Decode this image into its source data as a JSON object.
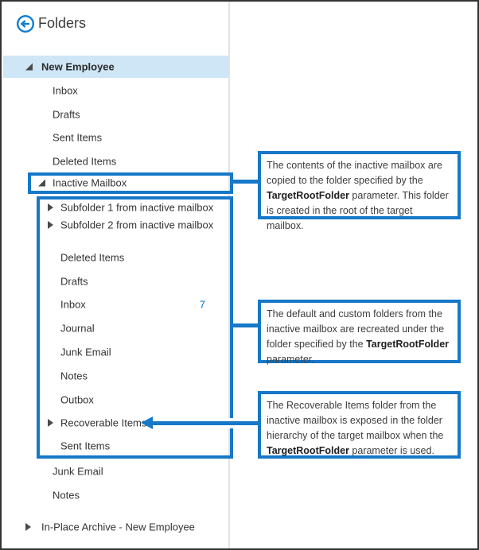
{
  "header": {
    "title": "Folders",
    "back_icon": "back-arrow-icon"
  },
  "colors": {
    "annotation_blue": "#1678c8",
    "back_icon_blue": "#0f7cd4",
    "selection_bg": "#cfe6f7",
    "unread_count_blue": "#0072c6",
    "divider_gray": "#e4e2e2",
    "folder_text": "#333333",
    "outer_border": "#333333"
  },
  "tree": {
    "items": [
      {
        "id": "new-employee",
        "label": "New Employee",
        "level": 0,
        "state": "expanded",
        "selected": true,
        "bold": true
      },
      {
        "id": "inbox",
        "label": "Inbox",
        "level": 1,
        "state": "none"
      },
      {
        "id": "drafts",
        "label": "Drafts",
        "level": 1,
        "state": "none"
      },
      {
        "id": "sent-items",
        "label": "Sent Items",
        "level": 1,
        "state": "none"
      },
      {
        "id": "deleted-items",
        "label": "Deleted Items",
        "level": 1,
        "state": "none"
      },
      {
        "id": "inactive-mailbox",
        "label": "Inactive Mailbox",
        "level": 1,
        "state": "expanded"
      },
      {
        "id": "subfolder-1",
        "label": "Subfolder 1 from inactive mailbox",
        "level": 2,
        "state": "collapsed"
      },
      {
        "id": "subfolder-2",
        "label": "Subfolder 2 from inactive mailbox",
        "level": 2,
        "state": "collapsed"
      },
      {
        "id": "deleted-items-2",
        "label": "Deleted Items",
        "level": 2,
        "state": "none"
      },
      {
        "id": "drafts-2",
        "label": "Drafts",
        "level": 2,
        "state": "none"
      },
      {
        "id": "inbox-2",
        "label": "Inbox",
        "level": 2,
        "state": "none",
        "count": "7"
      },
      {
        "id": "journal",
        "label": "Journal",
        "level": 2,
        "state": "none"
      },
      {
        "id": "junk-email-2",
        "label": "Junk Email",
        "level": 2,
        "state": "none"
      },
      {
        "id": "notes-2",
        "label": "Notes",
        "level": 2,
        "state": "none"
      },
      {
        "id": "outbox",
        "label": "Outbox",
        "level": 2,
        "state": "none"
      },
      {
        "id": "recoverable-items",
        "label": "Recoverable Items",
        "level": 2,
        "state": "collapsed"
      },
      {
        "id": "sent-items-2",
        "label": "Sent Items",
        "level": 2,
        "state": "none"
      },
      {
        "id": "junk-email",
        "label": "Junk Email",
        "level": 1,
        "state": "none"
      },
      {
        "id": "notes",
        "label": "Notes",
        "level": 1,
        "state": "none"
      },
      {
        "id": "in-place-archive",
        "label": "In-Place Archive - New Employee",
        "level": 0,
        "state": "collapsed"
      }
    ]
  },
  "callouts": [
    {
      "id": "callout-1",
      "segments": [
        {
          "text": "The contents of the inactive mailbox are copied to the folder specified by the ",
          "bold": false
        },
        {
          "text": "TargetRootFolder",
          "bold": true
        },
        {
          "text": " parameter. This folder is created in the root of the target mailbox.",
          "bold": false
        }
      ]
    },
    {
      "id": "callout-2",
      "segments": [
        {
          "text": "The default and custom folders from the inactive mailbox are recreated under the folder specified by the ",
          "bold": false
        },
        {
          "text": "TargetRootFolder",
          "bold": true
        },
        {
          "text": " parameter.",
          "bold": false
        }
      ]
    },
    {
      "id": "callout-3",
      "segments": [
        {
          "text": "The Recoverable Items folder from the inactive mailbox is exposed in the folder hierarchy of the target mailbox when the ",
          "bold": false
        },
        {
          "text": "TargetRootFolder",
          "bold": true
        },
        {
          "text": " parameter is used.",
          "bold": false
        }
      ]
    }
  ]
}
